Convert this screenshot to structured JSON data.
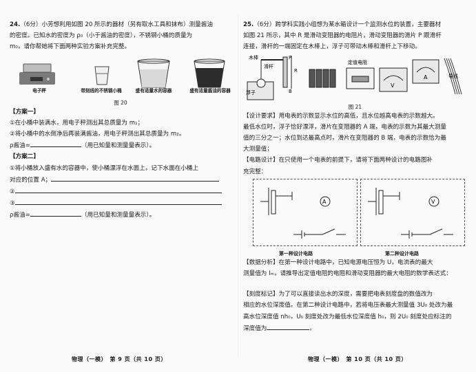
{
  "left_page": {
    "q24": {
      "number": "24.",
      "score": "（6分）",
      "line1": "小芳想利用如图 20 所示的器材（另有取水工具和抹布）测量酱油",
      "line2": "的密度。已知水的密度为 ρ₀（小于酱油的密度），不锈钢小桶的质量为",
      "line3": "m₀，请你帮她将下面两种实验方案补充完整。",
      "figure_items": [
        "电子秤",
        "带刻线的不锈钢小桶",
        "盛有适量水的容器",
        "盛有适量酱油的容器"
      ],
      "figure_caption": "图 20",
      "plan1_title": "【方案一】",
      "plan1_step1": "①在小桶中装满水，用电子秤测出其总质量为 m₁；",
      "plan1_step2": "②将小桶中的水倒净后再装满酱油，用电子秤测出其总质量为 m₂。",
      "plan1_result_prefix": "ρ酱油=",
      "plan1_result_suffix": "（用已知量和测量量表示）。",
      "plan2_title": "【方案二】",
      "plan2_step1a": "①将小桶放入盛有水的容器中，使小桶漂浮在水面上，记下水面在小桶上",
      "plan2_step1b": "对应的位置 A；",
      "plan2_step2": "②",
      "plan2_step3": "③",
      "plan2_result_prefix": "ρ酱油=",
      "plan2_result_suffix": "（用已知量和测量量表示）。"
    },
    "footer": "物理（一模）　第 9 页（共 10 页）"
  },
  "right_page": {
    "q25": {
      "number": "25.",
      "score": "（6分）",
      "line1": "跨学科实践小组想为某水箱设计一个监测水位的装置，主要器材",
      "line2": "如图 21 所示，其中 R 是滑动变阻器的电阻片，滑动变阻器的滑片 P 跟滑杆",
      "line3": "连接，滑杆的一端固定在木棒上，浮子可带动木棒和滑杆上下移动。",
      "figure_labels": {
        "wood": "木棒",
        "slider_bar": "滑杆",
        "p": "P",
        "r": "R",
        "a": "A",
        "b": "B",
        "float": "浮子",
        "resistor": "定值电阻",
        "wire": "导线"
      },
      "figure_caption": "图 21",
      "design_req1": "【设计要求】用电表的示数显示水位的高低，且水位越高电表的示数越大。",
      "design_req2": "最低水位时，浮子恰好漂浮，滑片在变阻器的 A 端，电表的示数为其最大测量",
      "design_req3": "值的三分之一；水位到达最高点时，滑片在变阻器的 B 端，电表的示数恰为最",
      "design_req4": "大测量值；",
      "circuit_design1": "【电路设计】在只使用一个电表的前提下，请将下面两种设计的电路图补",
      "circuit_design2": "充完整：",
      "meter_a": "A",
      "meter_v": "V",
      "circuit1_caption": "第一种设计电路",
      "circuit2_caption": "第二种设计电路",
      "data_analysis1": "【数据分析】在第一种设计电路中，已知电源电压恒为 U，电流表的最大",
      "data_analysis2": "测量值为 Iₘ，请推导出定值电阻的电阻和滑动变阻器的最大电阻的数学表达式：",
      "scale1": "【刻度标记】为了可以直接读出水的深度，需要把电表刻度盘的数值改为",
      "scale2": "相应的水位深度值。在第二种设计电路中，若将电压表最大测量值 3U₀ 处改为最",
      "scale3": "高水位深度值 nh₀，U₀ 刻度处改为最低水位深度值 h₀，则 2U₀ 刻度处应标注的",
      "scale4": "深度值为",
      "scale4_end": "。"
    },
    "footer": "物理（一模）　第 10 页（共 10 页）"
  }
}
